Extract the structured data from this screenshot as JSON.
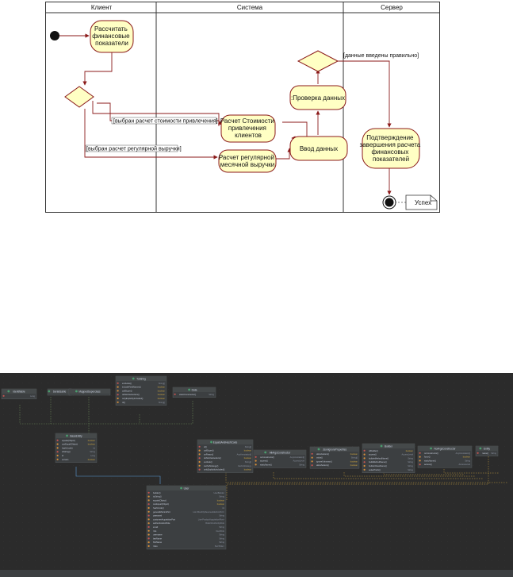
{
  "activity": {
    "lanes": [
      "Клиент",
      "Система",
      "Сервер"
    ],
    "nodes": {
      "calc_fin": [
        "Рассчитать",
        "финансовые",
        "показатели"
      ],
      "calc_cost": [
        "Расчет Стоимости",
        "привлечения",
        "клиентов"
      ],
      "calc_revenue": [
        "Расчет регулярной",
        "месячной выручки"
      ],
      "data_input": [
        "Ввод данных"
      ],
      "data_check": [
        ":Проверка данных"
      ],
      "confirm": [
        "Подтверждение",
        "завершения расчета",
        "финансовых",
        "показателей"
      ]
    },
    "guards": {
      "cost": "[выбран расчет стоимости привлечения]",
      "revenue": "[выбран расчет регулярной выручки]",
      "valid": "[данные введены правильно]"
    },
    "note": "Успех"
  },
  "classes": [
    {
      "name": "Identifiable",
      "rows": [
        [
          "",
          "Long"
        ]
      ]
    },
    {
      "name": "Serializable",
      "rows": []
    },
    {
      "name": "MappedSuperclass",
      "rows": []
    },
    {
      "name": "ToString",
      "rows": [
        [
          "excludes()",
          "String[]"
        ],
        [
          "includeFieldNames()",
          "boolean"
        ],
        [
          "callSuper()",
          "boolean"
        ],
        [
          "doNotUseGetters()",
          "boolean"
        ],
        [
          "onlyExplicitlyIncluded()",
          "boolean"
        ],
        [
          "of()",
          "String[]"
        ]
      ]
    },
    {
      "name": "Data",
      "rows": [
        [
          "staticConstructor()",
          "String"
        ]
      ]
    },
    {
      "name": "BaseEntity",
      "rows": [
        [
          "equals(Object)",
          "boolean"
        ],
        [
          "canEqual(Object)",
          "boolean"
        ],
        [
          "hashCode()",
          "int"
        ],
        [
          "toString()",
          "String"
        ],
        [
          "id",
          "Long"
        ],
        [
          "version",
          "boolean"
        ]
      ]
    },
    {
      "name": "EqualsAndHashCode",
      "rows": [
        [
          "of()",
          "String[]"
        ],
        [
          "callSuper()",
          "boolean"
        ],
        [
          "onParam()",
          "AnyAnnotation[]"
        ],
        [
          "doNotUseGetters()",
          "boolean"
        ],
        [
          "exclude()",
          "String[]"
        ],
        [
          "cacheStrategy()",
          "CacheStrategy"
        ],
        [
          "onlyExplicitlyIncluded()",
          "boolean"
        ]
      ]
    },
    {
      "name": "AllArgsConstructor",
      "rows": [
        [
          "onConstructor()",
          "AnyAnnotation[]"
        ],
        [
          "access()",
          "AccessLevel"
        ],
        [
          "staticName()",
          "String"
        ]
      ]
    },
    {
      "name": "JsonIgnoreProperties",
      "rows": [
        [
          "allowGetters()",
          "boolean"
        ],
        [
          "value()",
          "String[]"
        ],
        [
          "ignoreUnknown()",
          "boolean"
        ],
        [
          "allowSetters()",
          "boolean"
        ]
      ]
    },
    {
      "name": "Builder",
      "rows": [
        [
          "toBuilder()",
          "boolean"
        ],
        [
          "access()",
          "AccessLevel"
        ],
        [
          "builderMethodName()",
          "String"
        ],
        [
          "buildMethodName()",
          "String"
        ],
        [
          "builderClassName()",
          "String"
        ],
        [
          "setterPrefix()",
          "String"
        ]
      ]
    },
    {
      "name": "NoArgsConstructor",
      "rows": [
        [
          "onConstructor()",
          "AnyAnnotation[]"
        ],
        [
          "force()",
          "boolean"
        ],
        [
          "staticName()",
          "String"
        ],
        [
          "access()",
          "AccessLevel"
        ]
      ]
    },
    {
      "name": "Entity",
      "rows": [
        [
          "name()",
          "String"
        ]
      ]
    },
    {
      "name": "User",
      "rows": [
        [
          "builder()",
          "UserBuilder"
        ],
        [
          "toString()",
          "String"
        ],
        [
          "equals(Object)",
          "boolean"
        ],
        [
          "canEqual(Object)",
          "boolean"
        ],
        [
          "hashCode()",
          "int"
        ],
        [
          "generalMetricsPort",
          "List<MonthlyRevenueMetricsPort>"
        ],
        [
          "password",
          "String"
        ],
        [
          "customerAcquisitionPort",
          "List<ProductAcquisitionPort>"
        ],
        [
          "authenticationRole",
          "RoleOrAuthorityRole"
        ],
        [
          "email",
          "String"
        ],
        [
          "role",
          "UserRole"
        ],
        [
          "username",
          "String"
        ],
        [
          "lastName",
          "String"
        ],
        [
          "firstName",
          "String"
        ],
        [
          "roles",
          "Set<Role>"
        ]
      ]
    }
  ]
}
